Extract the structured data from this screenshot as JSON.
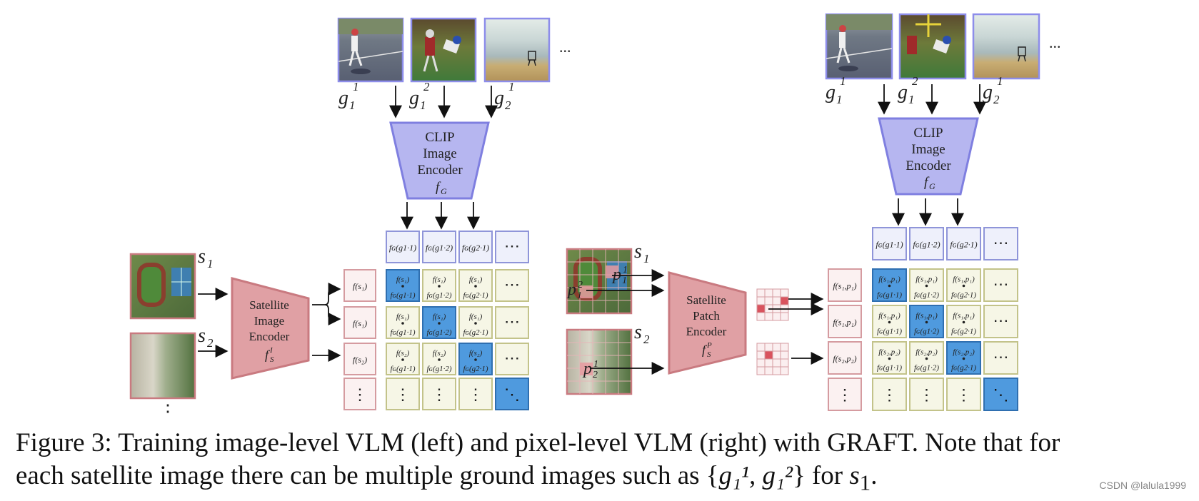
{
  "colors": {
    "ground_frame": "#8d8dea",
    "clip_fill": "#b6b6f0",
    "clip_stroke": "#7f7fe0",
    "sat_fill": "#e0a0a4",
    "sat_stroke": "#c97a80",
    "ground_emb_fill": "#eef0fb",
    "ground_emb_stroke": "#8f95d9",
    "sat_emb_fill": "#fbf1f1",
    "sat_emb_stroke": "#d59ba0",
    "cell_fill": "#f6f6e6",
    "cell_stroke": "#c3c38a",
    "positive_fill": "#4f9ade",
    "positive_stroke": "#2f6fb0"
  },
  "left_panel": {
    "ground_labels": [
      "g",
      "g",
      "g"
    ],
    "ground_label_sub": [
      "1",
      "1",
      "2"
    ],
    "ground_label_sup": [
      "1",
      "2",
      "1"
    ],
    "ellipsis": "...",
    "clip_encoder": {
      "line1": "CLIP",
      "line2": "Image",
      "line3": "Encoder",
      "symbol": "f",
      "symbol_sub": "G"
    },
    "sat_encoder": {
      "line1": "Satellite",
      "line2": "Image",
      "line3": "Encoder",
      "symbol": "f",
      "symbol_sub": "S",
      "symbol_sup": "I"
    },
    "sat_labels": [
      "s",
      "s"
    ],
    "sat_label_sub": [
      "1",
      "2"
    ],
    "ground_embeddings": [
      "f",
      "f",
      "f"
    ],
    "ground_embedding_args": [
      "(g",
      "(g",
      "(g"
    ],
    "sat_embeddings": [
      "f",
      "f",
      "f"
    ],
    "more": "⋯",
    "vdots": "⋮",
    "ddots": "⋱"
  },
  "right_panel": {
    "ground_labels": [
      "g",
      "g",
      "g"
    ],
    "ground_label_sub": [
      "1",
      "1",
      "2"
    ],
    "ground_label_sup": [
      "1",
      "2",
      "1"
    ],
    "ellipsis": "...",
    "clip_encoder": {
      "line1": "CLIP",
      "line2": "Image",
      "line3": "Encoder",
      "symbol": "f",
      "symbol_sub": "G"
    },
    "sat_encoder": {
      "line1": "Satellite",
      "line2": "Patch",
      "line3": "Encoder",
      "symbol": "f",
      "symbol_sub": "S",
      "symbol_sup": "P"
    },
    "sat_labels": [
      "s",
      "s"
    ],
    "sat_label_sub": [
      "1",
      "2"
    ],
    "patch_labels": [
      "p",
      "p",
      "p"
    ],
    "patch_label_sub": [
      "1",
      "1",
      "2"
    ],
    "patch_label_sup": [
      "1",
      "2",
      "1"
    ]
  },
  "caption": {
    "line1": "Figure 3: Training image-level VLM (left) and pixel-level VLM (right) with GRAFT. Note that for",
    "line2_prefix": "each satellite image there can be multiple ground images such as {",
    "line2_math": "g₁¹, g₁²",
    "line2_mid": "} for ",
    "line2_s": "s",
    "line2_s_sub": "1",
    "line2_end": "."
  },
  "watermark": "CSDN @lalula1999"
}
